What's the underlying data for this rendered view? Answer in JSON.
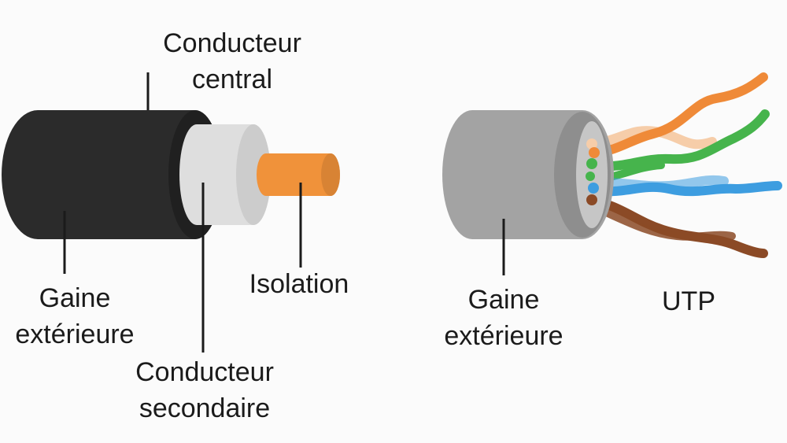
{
  "coax": {
    "central_conductor": [
      "Conducteur",
      "central"
    ],
    "insulation": "Isolation",
    "outer_sheath": [
      "Gaine",
      "extérieure"
    ],
    "secondary_conductor": [
      "Conducteur",
      "secondaire"
    ]
  },
  "utp": {
    "outer_sheath": [
      "Gaine",
      "extérieure"
    ],
    "title": "UTP"
  },
  "colors": {
    "coax_jacket": "#2b2b2b",
    "coax_shield": "#dedede",
    "coax_core": "#f0923a",
    "utp_jacket": "#a3a3a3",
    "wire_orange": "#ef8a38",
    "wire_orange_white": "#f6cda9",
    "wire_green": "#46b44c",
    "wire_blue": "#3d9de0",
    "wire_brown": "#8b4a26",
    "leader_line": "#1b1b1b"
  }
}
